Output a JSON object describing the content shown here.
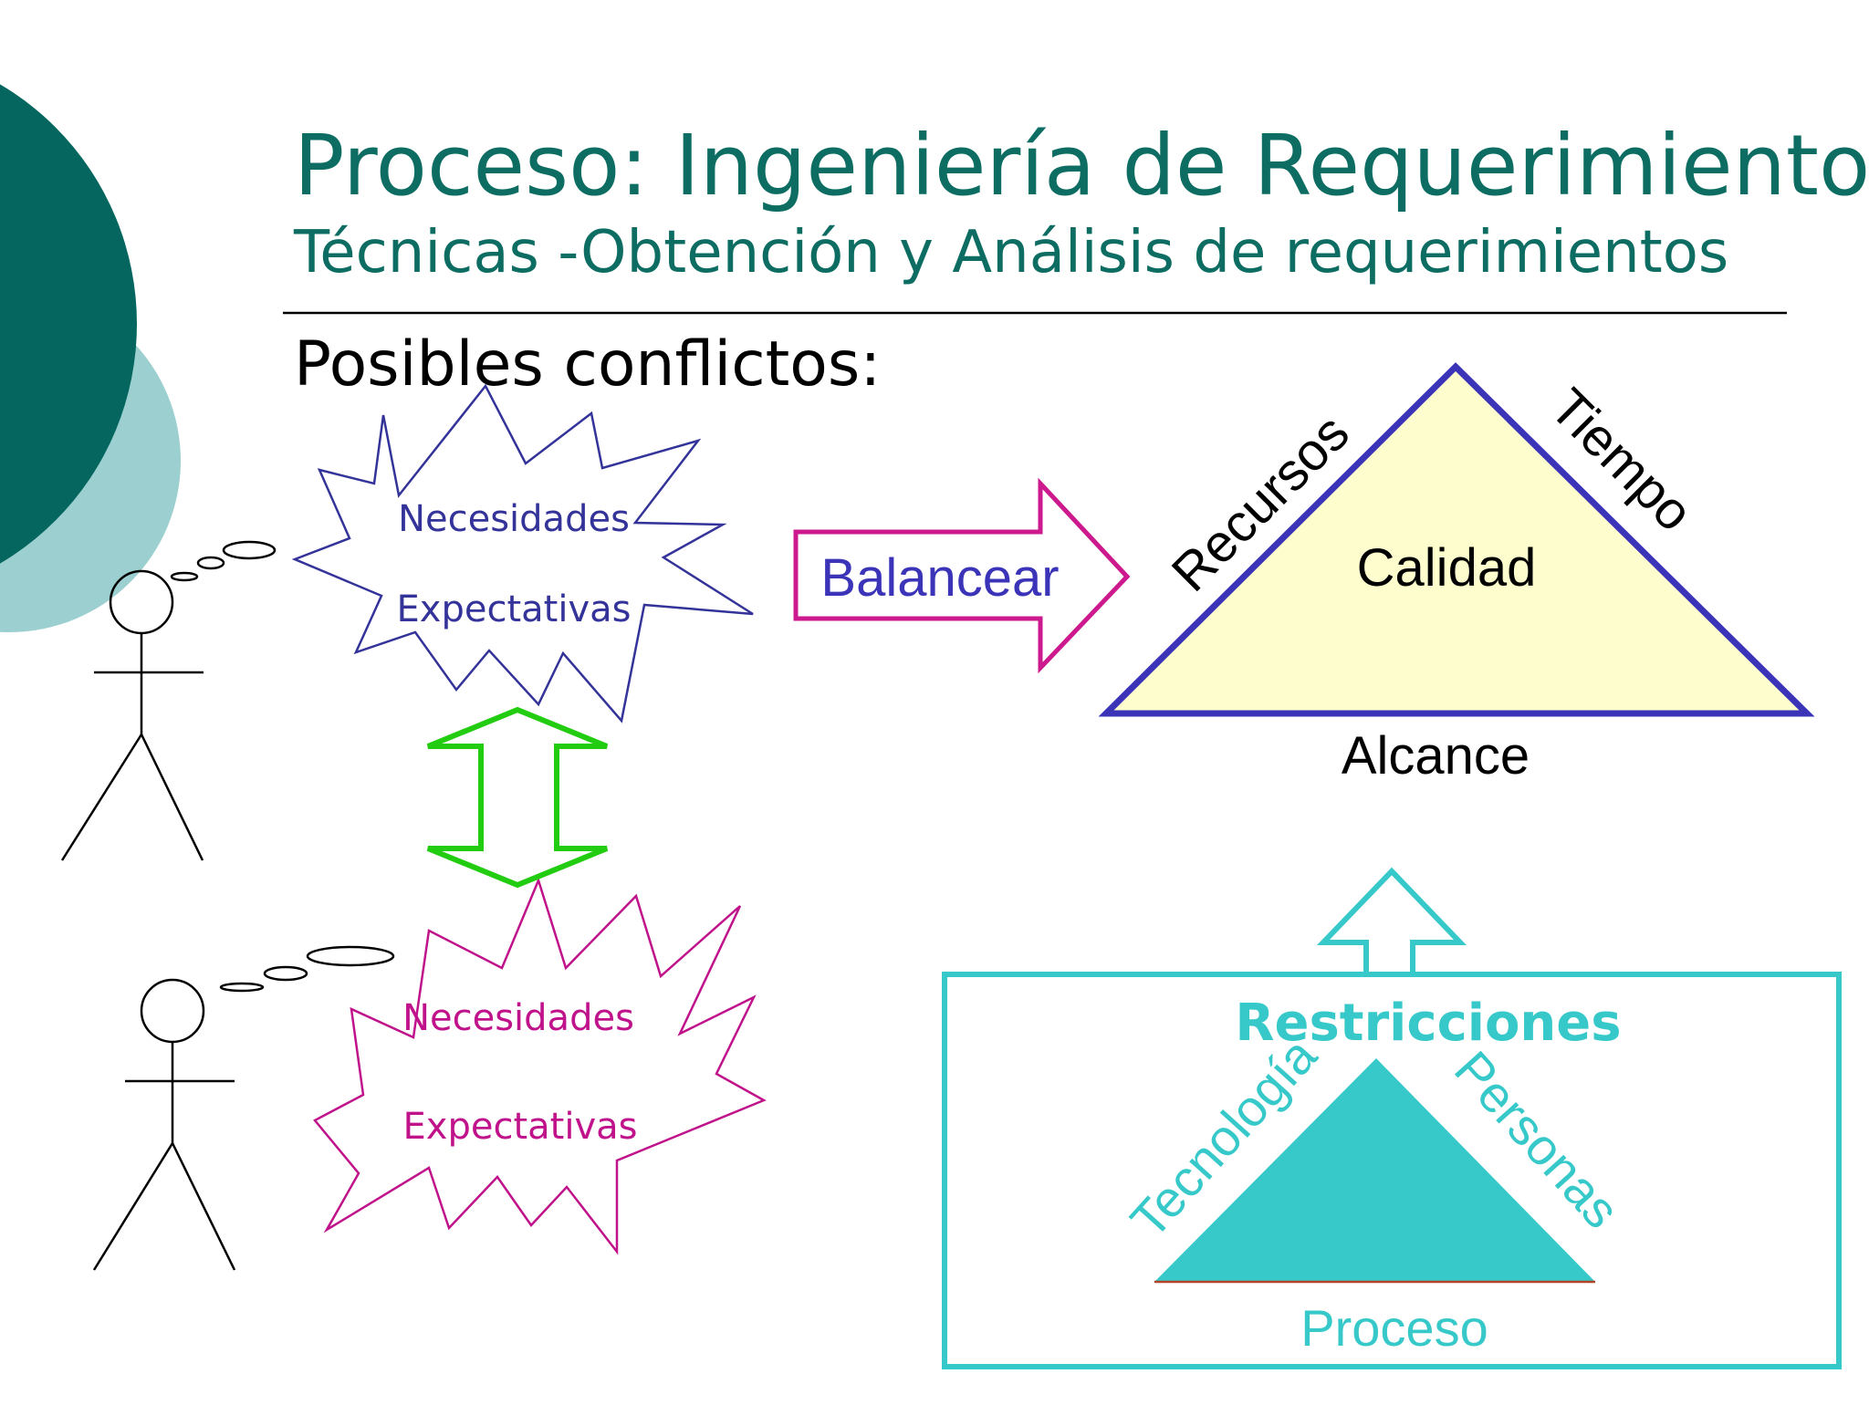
{
  "title": "Proceso: Ingeniería de Requerimientos",
  "subtitle": "Técnicas -Obtención y Análisis de requerimientos",
  "heading": "Posibles conflictos:",
  "bubble_top": {
    "line1": "Necesidades",
    "line2": "Expectativas",
    "color": "#33339a"
  },
  "bubble_bottom": {
    "line1": "Necesidades",
    "line2": "Expectativas",
    "color": "#c0128a"
  },
  "balance_arrow": {
    "label": "Balancear",
    "border_color": "#cc1a8e",
    "text_color": "#3b34b8"
  },
  "double_arrow": {
    "color": "#22cc11"
  },
  "quality_triangle": {
    "center": "Calidad",
    "left": "Recursos",
    "right": "Tiempo",
    "bottom": "Alcance",
    "fill": "#fdfdcd",
    "stroke": "#3b34b8"
  },
  "constraints": {
    "title": "Restricciones",
    "left": "Tecnología",
    "right": "Personas",
    "bottom": "Proceso",
    "color": "#37c9c9"
  },
  "theme": {
    "title_color": "#0d6d62",
    "circle_dark": "#05665f",
    "circle_light": "#9ccfcf"
  }
}
